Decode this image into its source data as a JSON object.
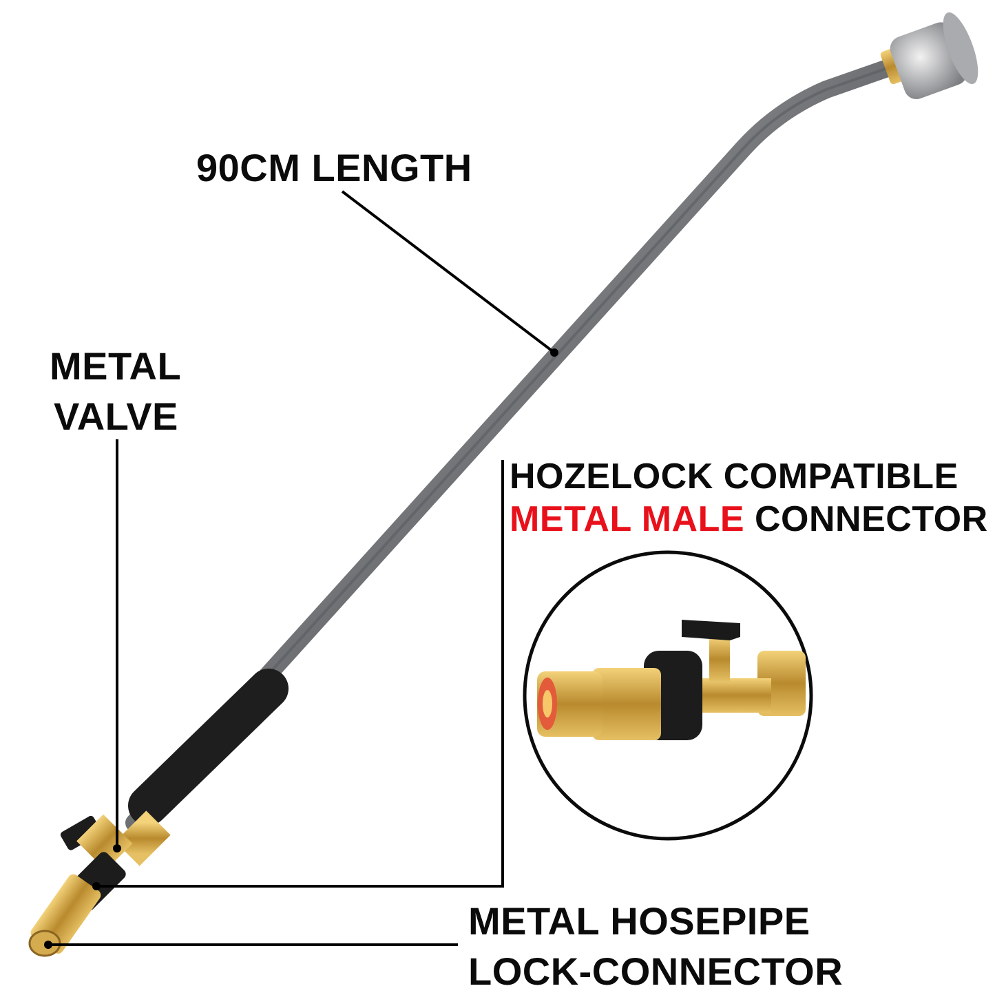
{
  "labels": {
    "length": "90CM LENGTH",
    "valve_line1": "METAL",
    "valve_line2": "VALVE",
    "connector_line1": "HOZELOCK COMPATIBLE",
    "connector_highlight": "METAL MALE",
    "connector_rest": "CONNECTOR",
    "hosepipe_line1": "METAL HOSEPIPE",
    "hosepipe_line2": "LOCK-CONNECTOR"
  },
  "colors": {
    "text": "#0b0b0b",
    "highlight": "#e8111b",
    "brass": "#c9a046",
    "chrome": "#8d8f93",
    "grip": "#1e1e1e"
  }
}
